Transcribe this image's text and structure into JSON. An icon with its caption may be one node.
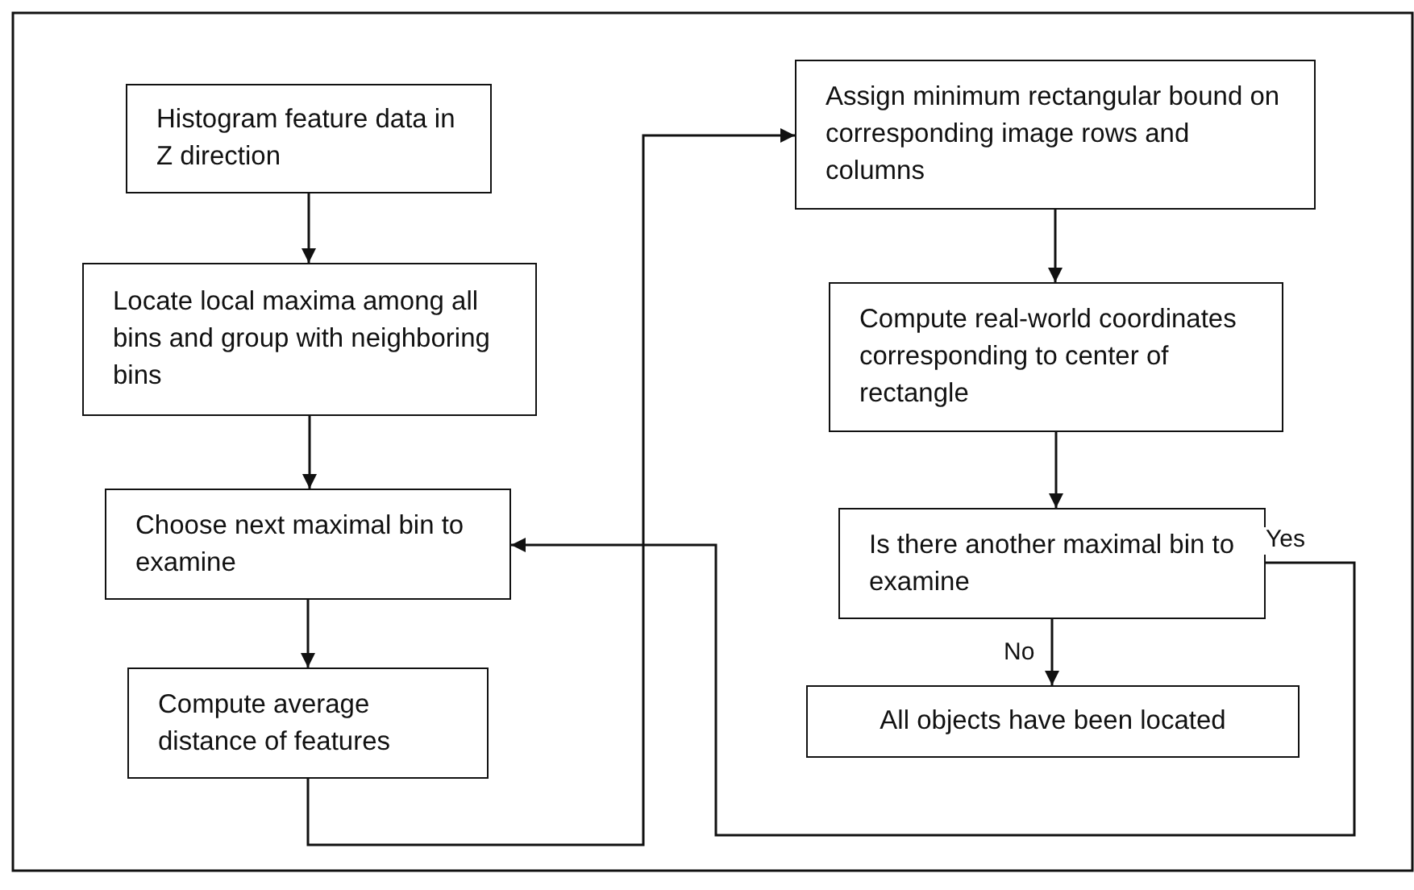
{
  "diagram": {
    "nodes": [
      {
        "text": [
          "Histogram feature data in Z direction"
        ]
      },
      {
        "text": [
          "Locate local maxima among all bins and group with neighboring bins"
        ]
      },
      {
        "text": [
          "Choose next maximal bin to examine"
        ]
      },
      {
        "text": [
          "Compute average distance of features"
        ]
      },
      {
        "text": [
          "Assign minimum rectangular bound on corresponding image rows and columns"
        ]
      },
      {
        "text": [
          "Compute real-world coordinates corresponding to center of rectangle"
        ]
      },
      {
        "text": [
          "Is there another maximal bin to examine"
        ]
      },
      {
        "text": [
          "All objects have been located"
        ]
      }
    ],
    "edges": [
      {
        "from": 0,
        "to": 1,
        "arrow": "to"
      },
      {
        "from": 1,
        "to": 2,
        "arrow": "to"
      },
      {
        "from": 2,
        "to": 3,
        "arrow": "to"
      },
      {
        "from": 3,
        "to": 4,
        "arrow": "to"
      },
      {
        "from": 4,
        "to": 5,
        "arrow": "to"
      },
      {
        "from": 5,
        "to": 6,
        "arrow": "to"
      },
      {
        "from": 6,
        "to": 7,
        "arrow": "to",
        "label": "No"
      },
      {
        "from": 6,
        "to": 2,
        "arrow": "to",
        "label": "Yes"
      }
    ]
  }
}
